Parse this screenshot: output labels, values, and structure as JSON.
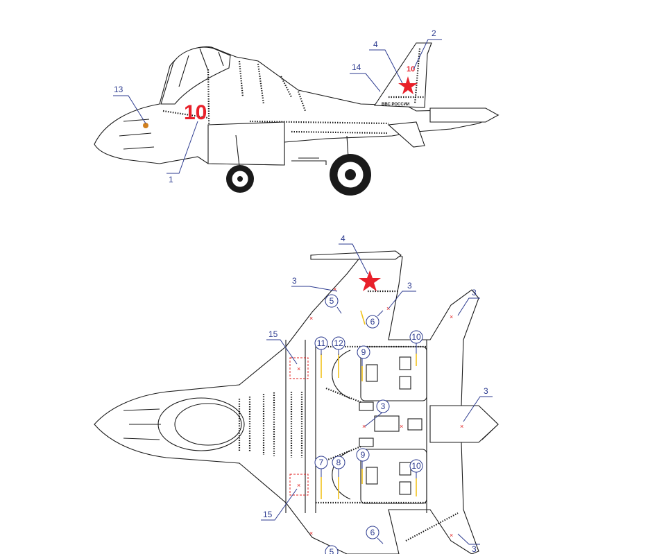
{
  "markings": {
    "side_number": "10",
    "fin_number": "10",
    "fin_text": "ВВС РОССИИ"
  },
  "callouts": {
    "side": [
      "1",
      "2",
      "4",
      "13",
      "14"
    ],
    "top": [
      "3",
      "4",
      "15"
    ],
    "circled": [
      "5",
      "6",
      "7",
      "8",
      "9",
      "10",
      "11",
      "12"
    ]
  },
  "colors": {
    "line": "#1a1a1a",
    "callout": "#2b3a8f",
    "marking_red": "#e8202a",
    "stencil_yellow": "#f1c21b"
  }
}
